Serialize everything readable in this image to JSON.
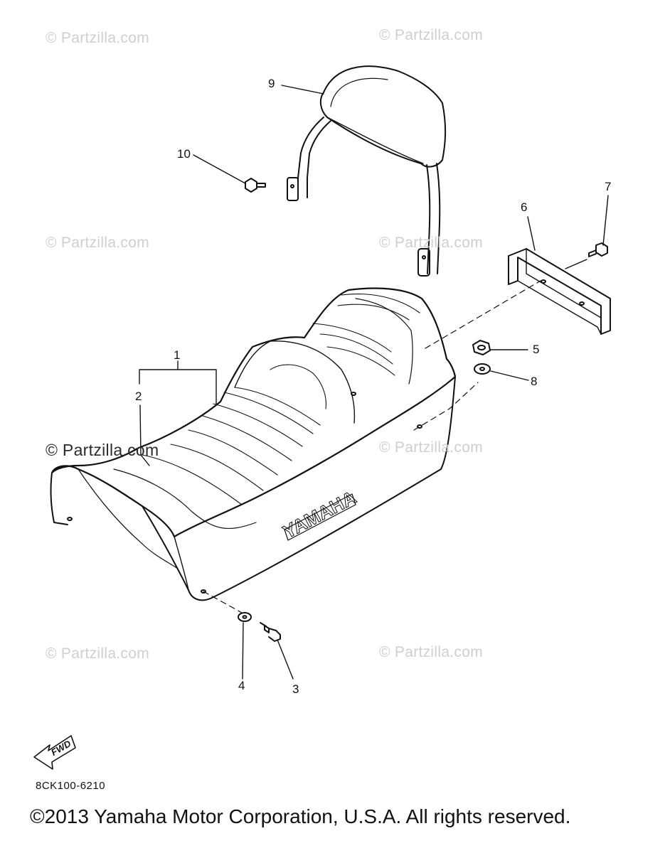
{
  "watermarks": [
    "© Partzilla.com",
    "© Partzilla.com",
    "© Partzilla.com",
    "© Partzilla.com",
    "© Partzilla.com",
    "© Partzilla.com",
    "© Partzilla.com",
    "© Partzilla.com"
  ],
  "callouts": [
    "1",
    "2",
    "3",
    "4",
    "5",
    "6",
    "7",
    "8",
    "9",
    "10"
  ],
  "seat_brand": "YAMAHA",
  "fwd_label": "FWD",
  "diagram_code": "8CK100-6210",
  "copyright": "©2013  Yamaha Motor Corporation, U.S.A. All rights reserved."
}
